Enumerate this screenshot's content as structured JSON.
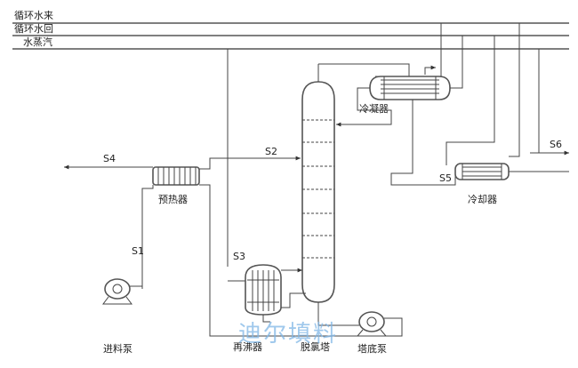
{
  "utilities": {
    "cooling_supply": "循环水来",
    "cooling_return": "循环水回",
    "steam": "水蒸汽"
  },
  "streams": {
    "s1": "S1",
    "s2": "S2",
    "s3": "S3",
    "s4": "S4",
    "s5": "S5",
    "s6": "S6"
  },
  "equipment": {
    "preheater": "预热器",
    "condenser": "冷凝器",
    "cooler": "冷却器",
    "feed_pump": "进料泵",
    "reboiler": "再沸器",
    "tower": "脱氯塔",
    "bottom_pump": "塔底泵"
  },
  "watermark": "迪尔填料"
}
